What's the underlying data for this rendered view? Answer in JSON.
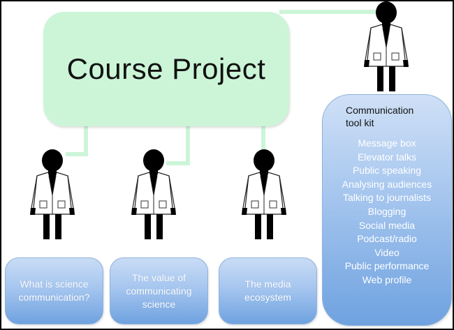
{
  "center": {
    "title": "Course Project"
  },
  "modules": [
    {
      "label": "What is science communication?"
    },
    {
      "label": "The value of communicating science"
    },
    {
      "label": "The media ecosystem"
    }
  ],
  "toolkit": {
    "title": "Communication tool kit",
    "items": [
      "Message box",
      "Elevator talks",
      "Public speaking",
      "Analysing audiences",
      "Talking to journalists",
      "Blogging",
      "Social media",
      "Podcast/radio",
      "Video",
      "Public performance",
      "Web profile"
    ]
  },
  "colors": {
    "center_box": "#ccf5d8",
    "module_box": "#a6c6ef",
    "module_text": "#ffffff",
    "frame": "#000000"
  },
  "icons": [
    "scientist-icon"
  ]
}
